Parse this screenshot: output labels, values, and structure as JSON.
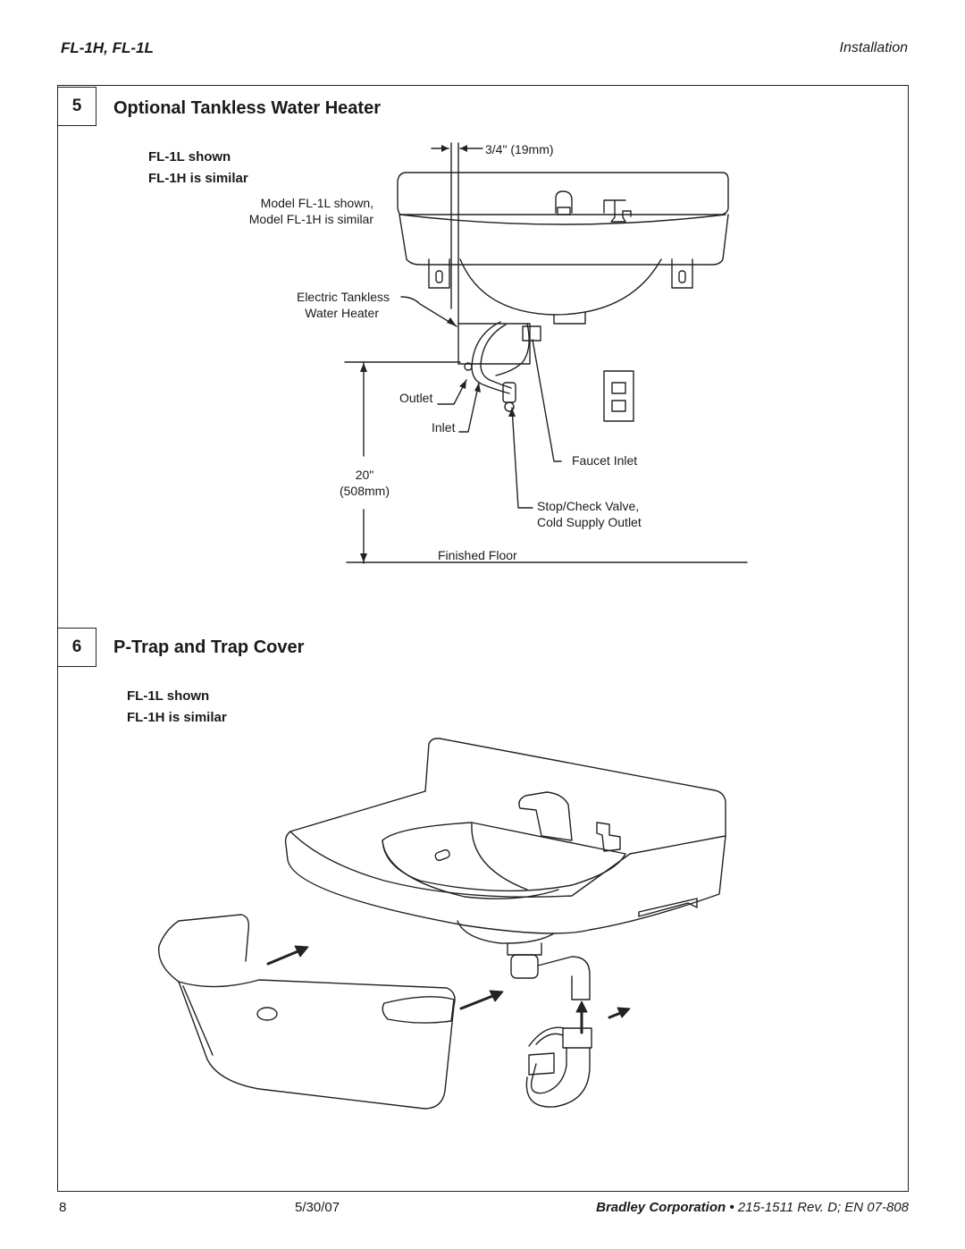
{
  "header": {
    "model": "FL-1H, FL-1L",
    "section": "Installation"
  },
  "step5": {
    "number": "5",
    "title": "Optional Tankless Water Heater",
    "note_line1": "FL-1L shown",
    "note_line2": "FL-1H is similar",
    "labels": {
      "gap": "3/4\" (19mm)",
      "model_line1": "Model FL-1L shown,",
      "model_line2": "Model FL-1H is similar",
      "heater_line1": "Electric Tankless",
      "heater_line2": "Water Heater",
      "outlet": "Outlet",
      "inlet": "Inlet",
      "faucet_inlet": "Faucet Inlet",
      "height_in": "20\"",
      "height_mm": "(508mm)",
      "valve_line1": "Stop/Check Valve,",
      "valve_line2": "Cold Supply Outlet",
      "floor": "Finished Floor"
    }
  },
  "step6": {
    "number": "6",
    "title": "P-Trap and Trap Cover",
    "note_line1": "FL-1L shown",
    "note_line2": "FL-1H is similar"
  },
  "footer": {
    "page": "8",
    "date": "5/30/07",
    "company": "Bradley Corporation",
    "bullet": "•",
    "doc": "215-1511 Rev. D; EN 07-808"
  }
}
